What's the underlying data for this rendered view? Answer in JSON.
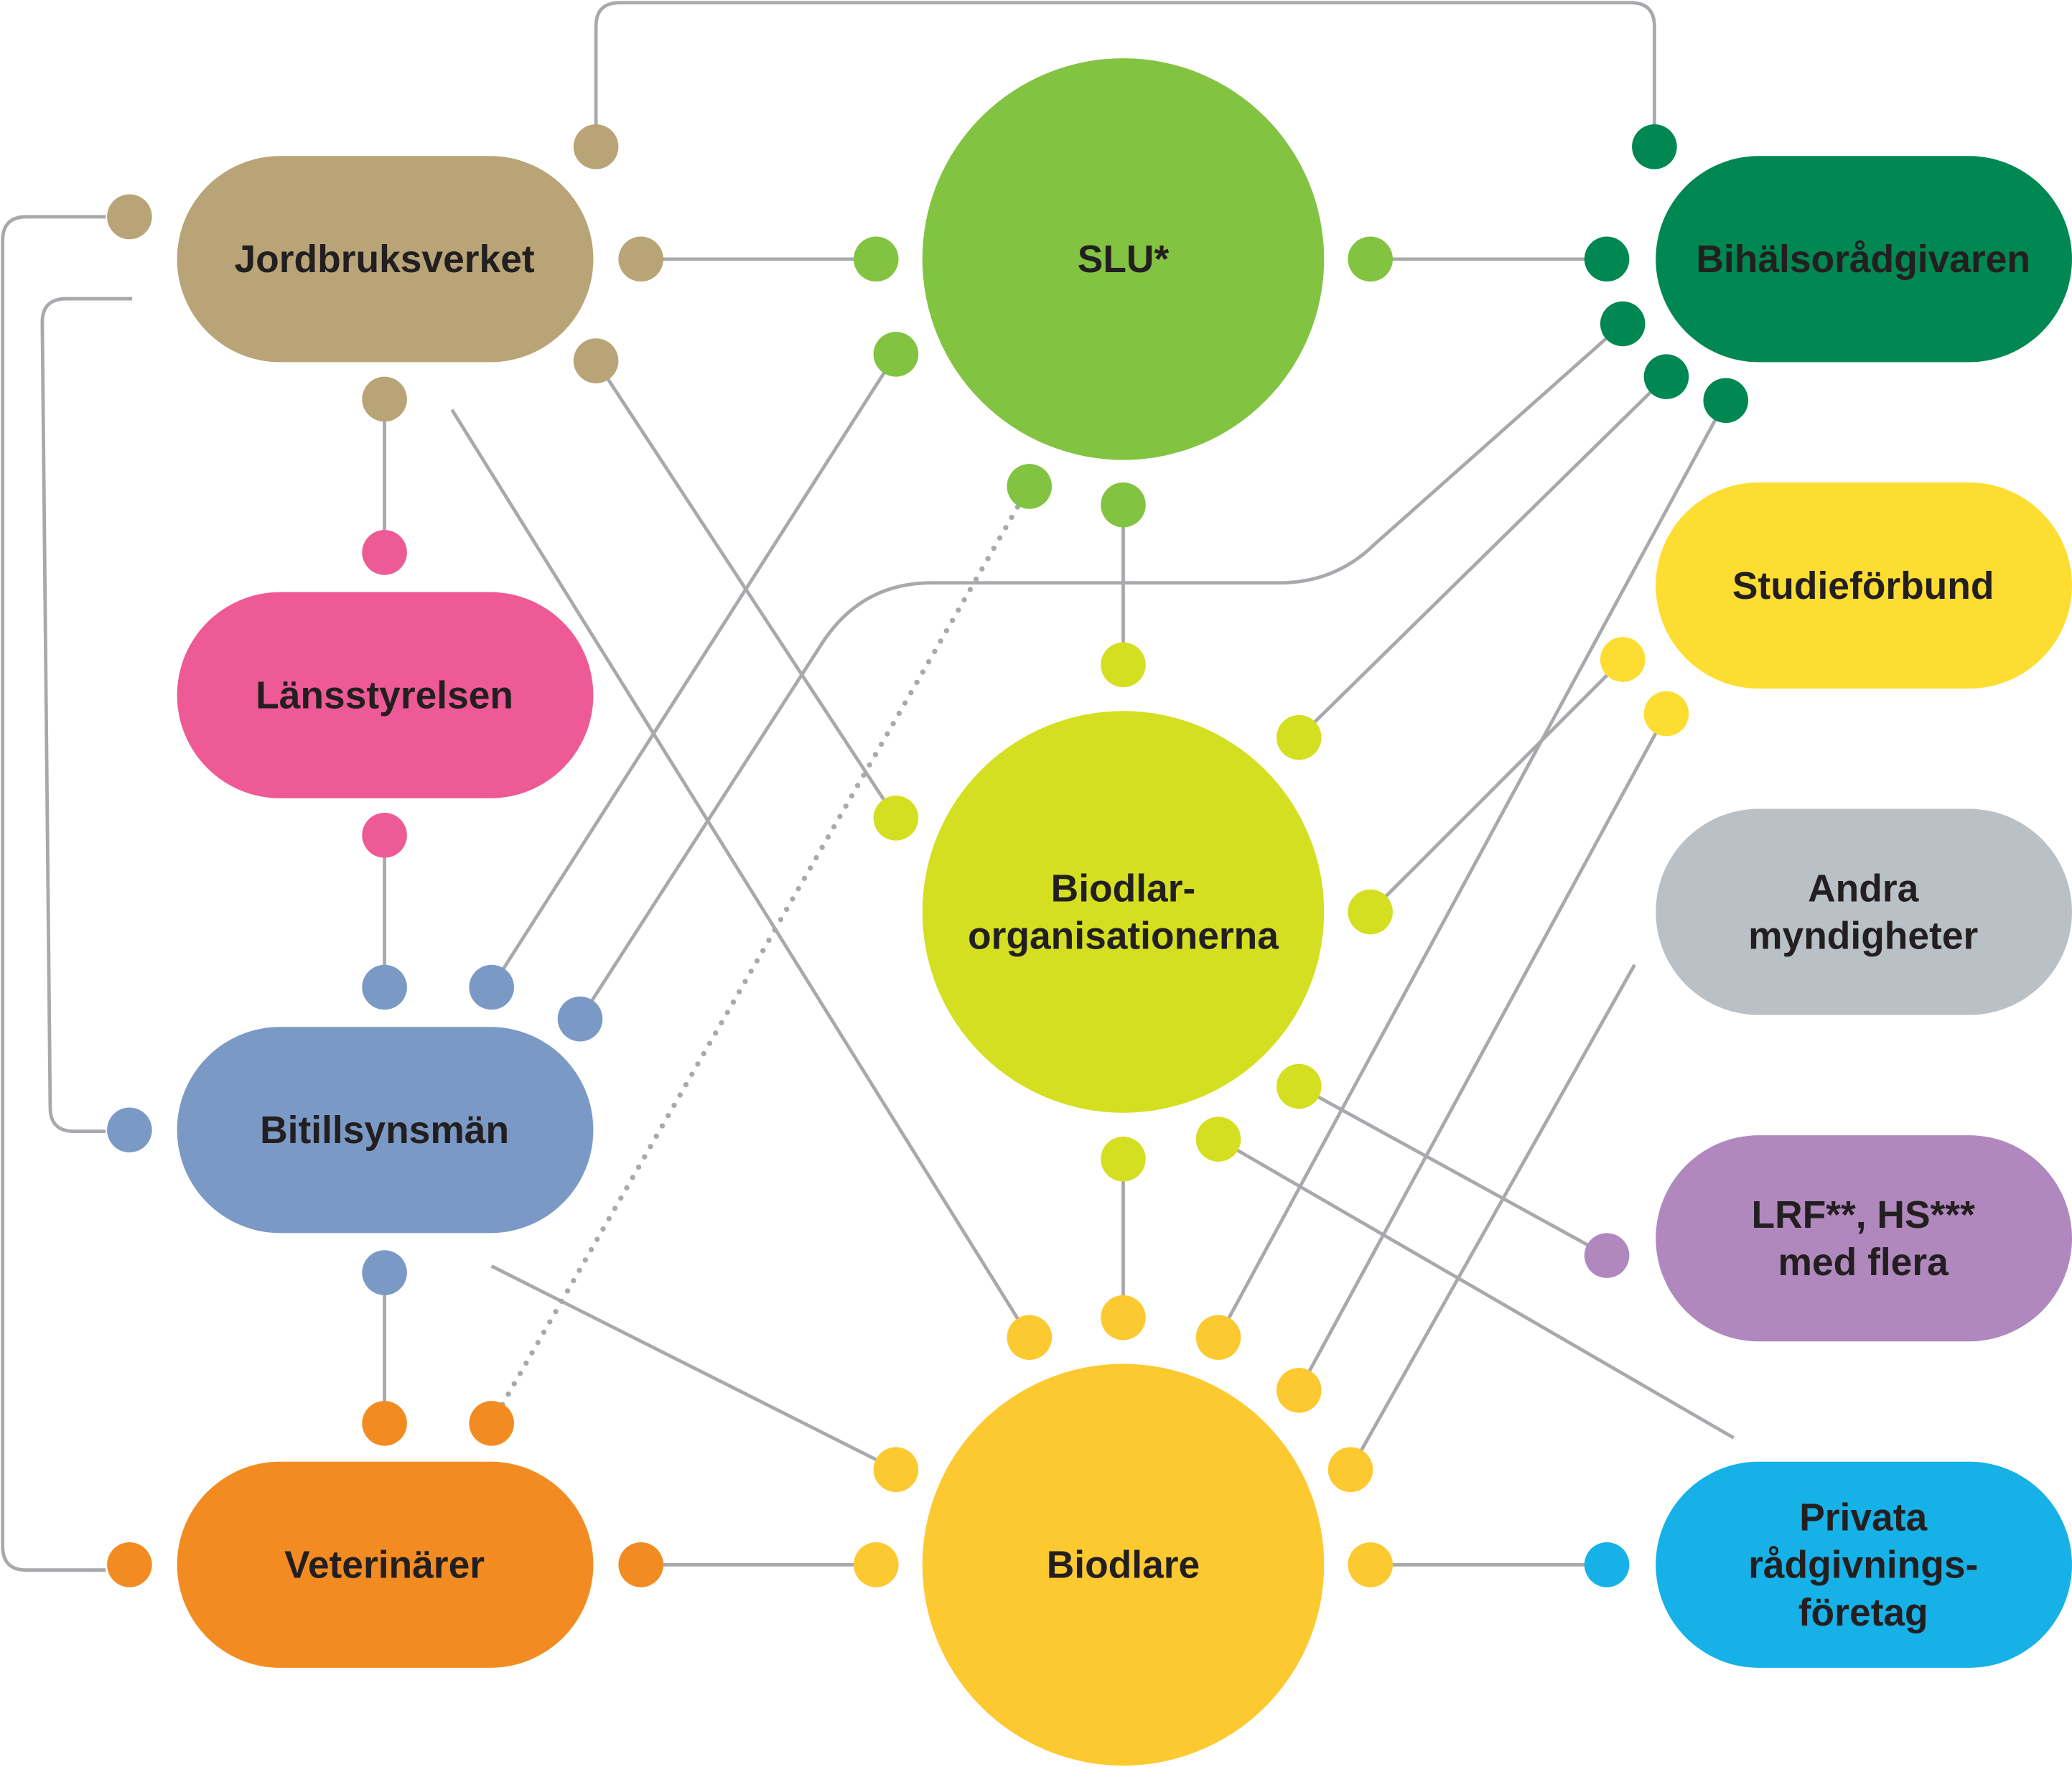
{
  "nodes": {
    "jordbruksverket": {
      "label": [
        "Jordbruksverket"
      ],
      "color": "#b8a477"
    },
    "lansstyrelsen": {
      "label": [
        "Länsstyrelsen"
      ],
      "color": "#ee5a96"
    },
    "bitillsynsman": {
      "label": [
        "Bitillsynsmän"
      ],
      "color": "#7b99c5"
    },
    "veterinarer": {
      "label": [
        "Veterinärer"
      ],
      "color": "#f28c22"
    },
    "slu": {
      "label": [
        "SLU*"
      ],
      "color": "#82c341"
    },
    "biodlarorg": {
      "label": [
        "Biodlar-",
        "organisationerna"
      ],
      "color": "#d4df21"
    },
    "biodlare": {
      "label": [
        "Biodlare"
      ],
      "color": "#fdc931"
    },
    "bihalso": {
      "label": [
        "Bihälsorådgivaren"
      ],
      "color": "#008752"
    },
    "studieforbund": {
      "label": [
        "Studieförbund"
      ],
      "color": "#fedd32"
    },
    "andra": {
      "label": [
        "Andra",
        "myndigheter"
      ],
      "color": "#b9c1c7"
    },
    "lrf": {
      "label": [
        "LRF**, HS***",
        "med flera"
      ],
      "color": "#b088bd"
    },
    "privata": {
      "label": [
        "Privata",
        "rådgivnings-",
        "företag"
      ],
      "color": "#16b1e6"
    }
  },
  "line_color": "#a7a9ac",
  "text_color": "#231f20"
}
